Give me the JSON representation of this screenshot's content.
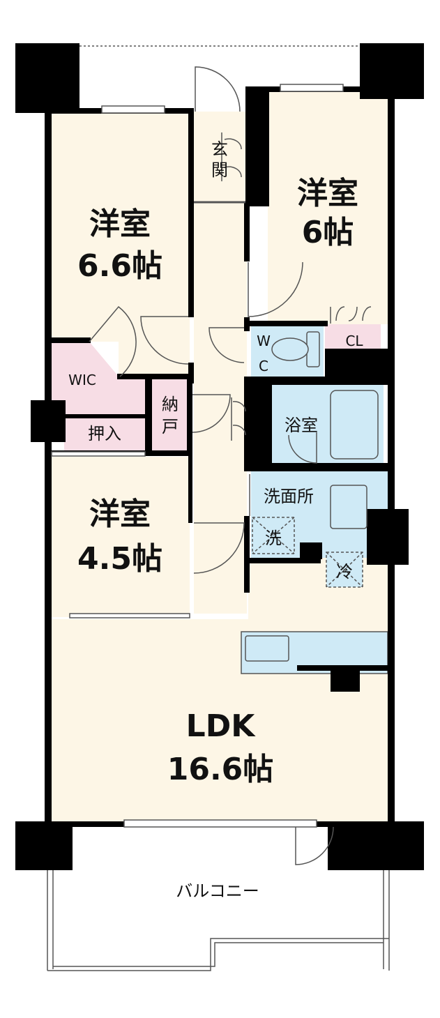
{
  "colors": {
    "room": "#fdf6e6",
    "storage": "#f7dde5",
    "water": "#cfeaf6",
    "wall": "#000000",
    "outline": "#555555"
  },
  "rooms": {
    "western_66": {
      "name": "洋室",
      "size": "6.6帖"
    },
    "western_6": {
      "name": "洋室",
      "size": "6帖"
    },
    "western_45": {
      "name": "洋室",
      "size": "4.5帖"
    },
    "ldk": {
      "name": "LDK",
      "size": "16.6帖"
    }
  },
  "labels": {
    "entrance_1": "玄",
    "entrance_2": "関",
    "wc_1": "W",
    "wc_2": "C",
    "cl": "CL",
    "wic": "WIC",
    "oshiire": "押入",
    "nando_1": "納",
    "nando_2": "戸",
    "bath": "浴室",
    "washroom": "洗面所",
    "washer": "洗",
    "fridge": "冷",
    "balcony": "バルコニー"
  }
}
